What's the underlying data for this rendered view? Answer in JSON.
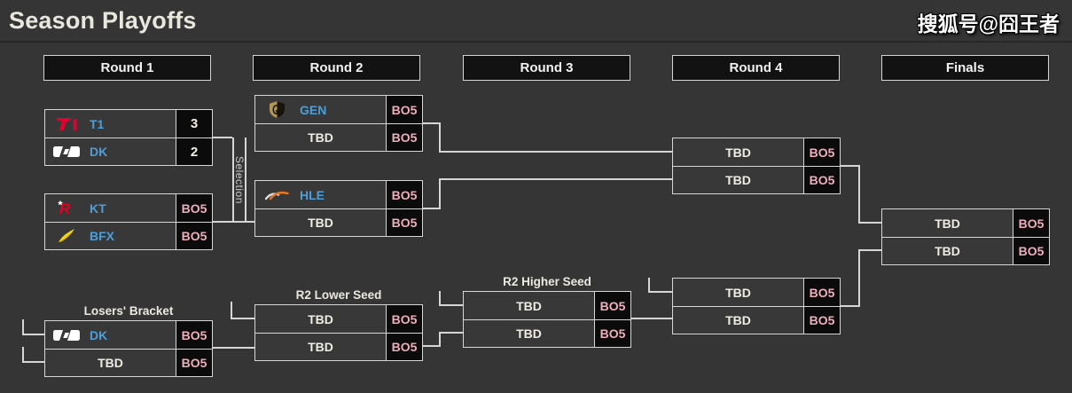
{
  "header": {
    "title": "Season Playoffs",
    "watermark": "搜狐号@囧王者"
  },
  "round_headers": [
    "Round 1",
    "Round 2",
    "Round 3",
    "Round 4",
    "Finals"
  ],
  "labels": {
    "selection": "Selection",
    "losers_bracket": "Losers' Bracket",
    "r2_lower_seed": "R2 Lower Seed",
    "r2_higher_seed": "R2 Higher Seed"
  },
  "colors": {
    "background": "#353535",
    "box_black": "#0b0b0b",
    "border_light": "#d6d6d6",
    "team_name_blue": "#4f9ed7",
    "score_pink": "#efadbd",
    "score_white": "#f3f0e8"
  },
  "bracket": {
    "r1_match1": {
      "teams": [
        {
          "name": "T1",
          "logo": "t1-logo",
          "score": "3"
        },
        {
          "name": "DK",
          "logo": "dk-logo",
          "score": "2"
        }
      ]
    },
    "r1_match2": {
      "teams": [
        {
          "name": "KT",
          "logo": "kt-logo",
          "score": "BO5"
        },
        {
          "name": "BFX",
          "logo": "bfx-logo",
          "score": "BO5"
        }
      ]
    },
    "r2_match1": {
      "teams": [
        {
          "name": "GEN",
          "logo": "gen-logo",
          "score": "BO5"
        },
        {
          "name": "TBD",
          "logo": null,
          "score": "BO5"
        }
      ]
    },
    "r2_match2": {
      "teams": [
        {
          "name": "HLE",
          "logo": "hle-logo",
          "score": "BO5"
        },
        {
          "name": "TBD",
          "logo": null,
          "score": "BO5"
        }
      ]
    },
    "r4_match1": {
      "teams": [
        {
          "name": "TBD",
          "logo": null,
          "score": "BO5"
        },
        {
          "name": "TBD",
          "logo": null,
          "score": "BO5"
        }
      ]
    },
    "losers_match": {
      "teams": [
        {
          "name": "DK",
          "logo": "dk-logo",
          "score": "BO5"
        },
        {
          "name": "TBD",
          "logo": null,
          "score": "BO5"
        }
      ]
    },
    "r2_lower_match": {
      "teams": [
        {
          "name": "TBD",
          "logo": null,
          "score": "BO5"
        },
        {
          "name": "TBD",
          "logo": null,
          "score": "BO5"
        }
      ]
    },
    "r2_higher_match": {
      "teams": [
        {
          "name": "TBD",
          "logo": null,
          "score": "BO5"
        },
        {
          "name": "TBD",
          "logo": null,
          "score": "BO5"
        }
      ]
    },
    "r4_match2": {
      "teams": [
        {
          "name": "TBD",
          "logo": null,
          "score": "BO5"
        },
        {
          "name": "TBD",
          "logo": null,
          "score": "BO5"
        }
      ]
    },
    "finals_match": {
      "teams": [
        {
          "name": "TBD",
          "logo": null,
          "score": "BO5"
        },
        {
          "name": "TBD",
          "logo": null,
          "score": "BO5"
        }
      ]
    }
  }
}
